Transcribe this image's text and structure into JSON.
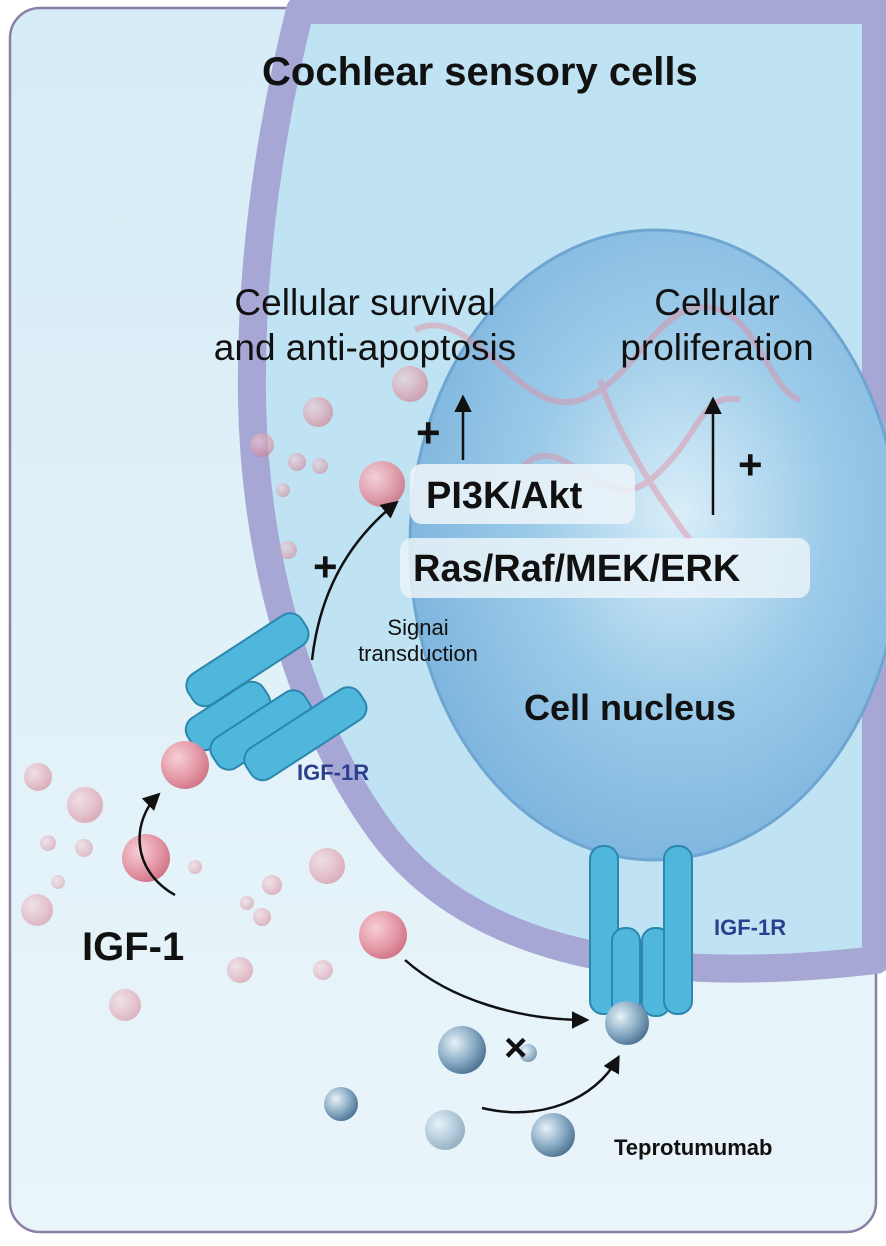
{
  "title": "Cochlear sensory cells",
  "outcomes": {
    "survival": [
      "Cellular survival",
      "and anti-apoptosis"
    ],
    "proliferation": [
      "Cellular",
      "proliferation"
    ]
  },
  "pathways": {
    "pi3k": "PI3K/Akt",
    "ras": "Ras/Raf/MEK/ERK"
  },
  "signal_transduction": [
    "Signai",
    "transduction"
  ],
  "nucleus_label": "Cell nucleus",
  "receptor_label": "IGF-1R",
  "ligand_label": "IGF-1",
  "drug_label": "Teprotumumab",
  "plus_sign": "+",
  "block_mark": "×",
  "colors": {
    "background": "#dff0f7",
    "cell": "#bfe3f2",
    "membrane": "#a7a7d5",
    "nucleus": "#89bfe4",
    "receptor": "#4fb6dc",
    "igf1": "#e8a0ad",
    "antibody": "#6f91ac",
    "receptor_text": "#2b3f8e"
  }
}
